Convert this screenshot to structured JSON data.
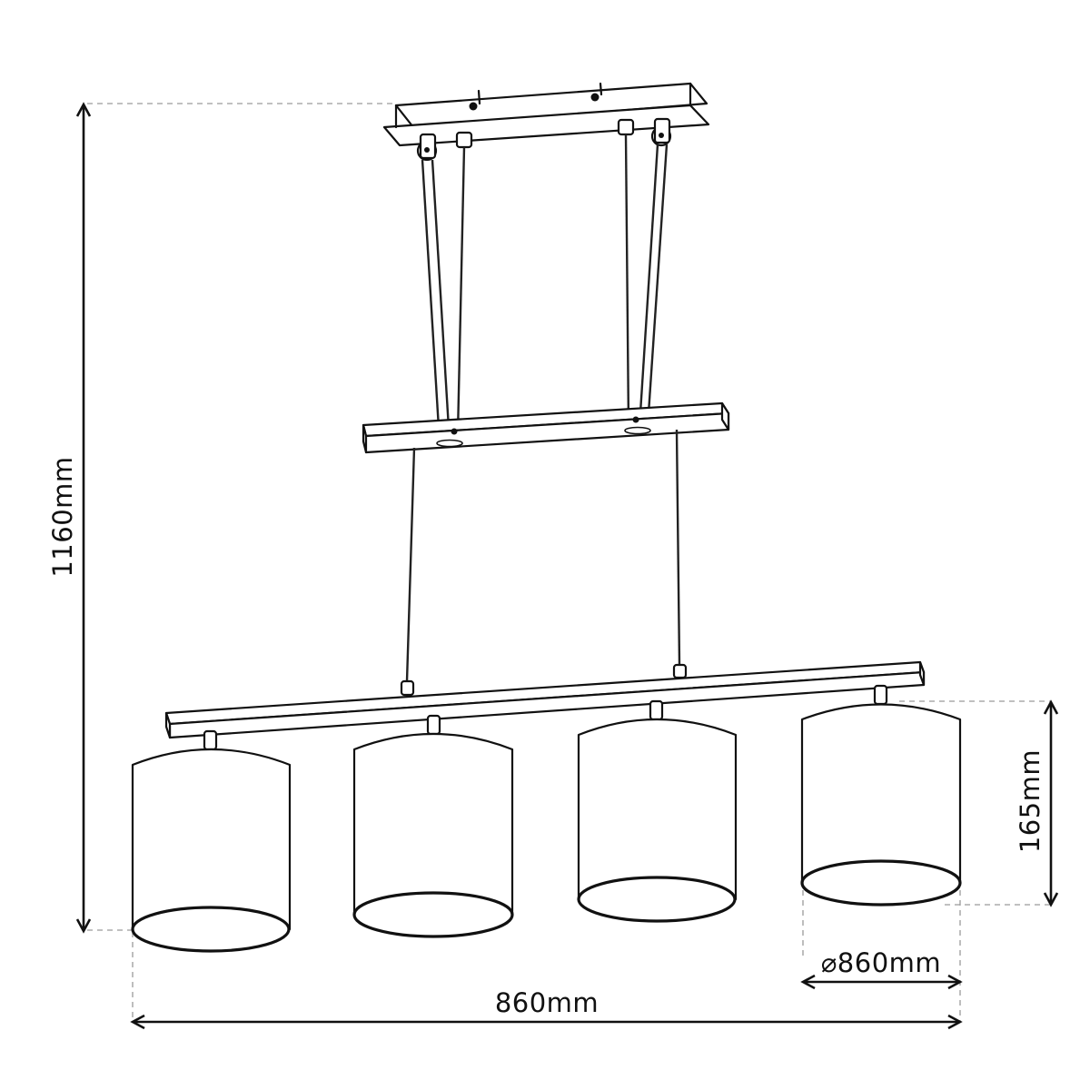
{
  "diagram": {
    "subject": "Four-shade linear pendant lamp with height-adjustable suspension",
    "components": [
      {
        "name": "ceiling-canopy",
        "label": ""
      },
      {
        "name": "pulley-crossbar",
        "label": ""
      },
      {
        "name": "main-bar",
        "label": ""
      },
      {
        "name": "lamp-shade-1",
        "label": ""
      },
      {
        "name": "lamp-shade-2",
        "label": ""
      },
      {
        "name": "lamp-shade-3",
        "label": ""
      },
      {
        "name": "lamp-shade-4",
        "label": ""
      }
    ],
    "shade_count": 4
  },
  "dimensions": {
    "total_height": "1160mm",
    "total_width": "860mm",
    "shade_height": "165mm",
    "shade_diameter": "⌀860mm"
  },
  "colors": {
    "line": "#111111",
    "dimension_guides": "#9a9a9a",
    "background": "#ffffff"
  }
}
